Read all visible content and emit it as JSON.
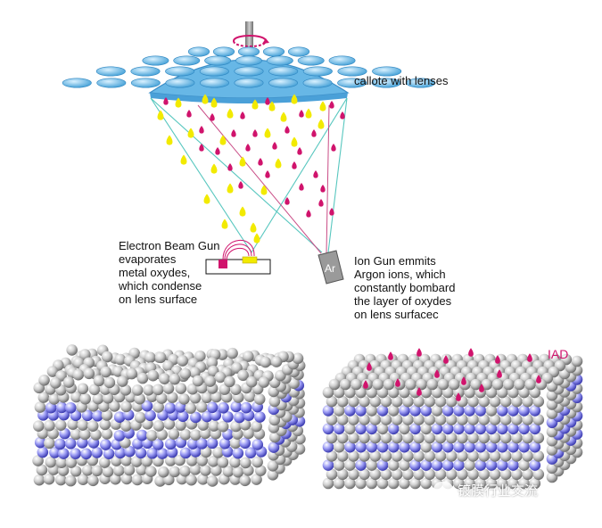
{
  "labels": {
    "callote": "callote with lenses",
    "electron_gun": [
      "Electron Beam Gun",
      "evaporates",
      "metal oxydes,",
      "which condense",
      "on lens surface"
    ],
    "ion_gun": [
      "Ion Gun emmits",
      "Argon ions, which",
      "constantly bombard",
      "the layer of oxydes",
      "on lens surfacec"
    ],
    "ar_symbol": "Ar",
    "iad_tag": "IAD",
    "watermark": "镀膜行业交流"
  },
  "colors": {
    "ion": "#d0136c",
    "evaporant": "#f2ea00",
    "lens_dome": "#7fc7ec",
    "layer_grey": "#bdbdbd",
    "layer_blue": "#8f8ff2",
    "cone_line": "#58c7bf"
  },
  "icons": {
    "rotation": "rotation-arrow-icon",
    "ion_gun": "ion-gun-icon",
    "electron_gun": "electron-gun-icon",
    "watermark_logo": "wechat-logo-icon"
  }
}
